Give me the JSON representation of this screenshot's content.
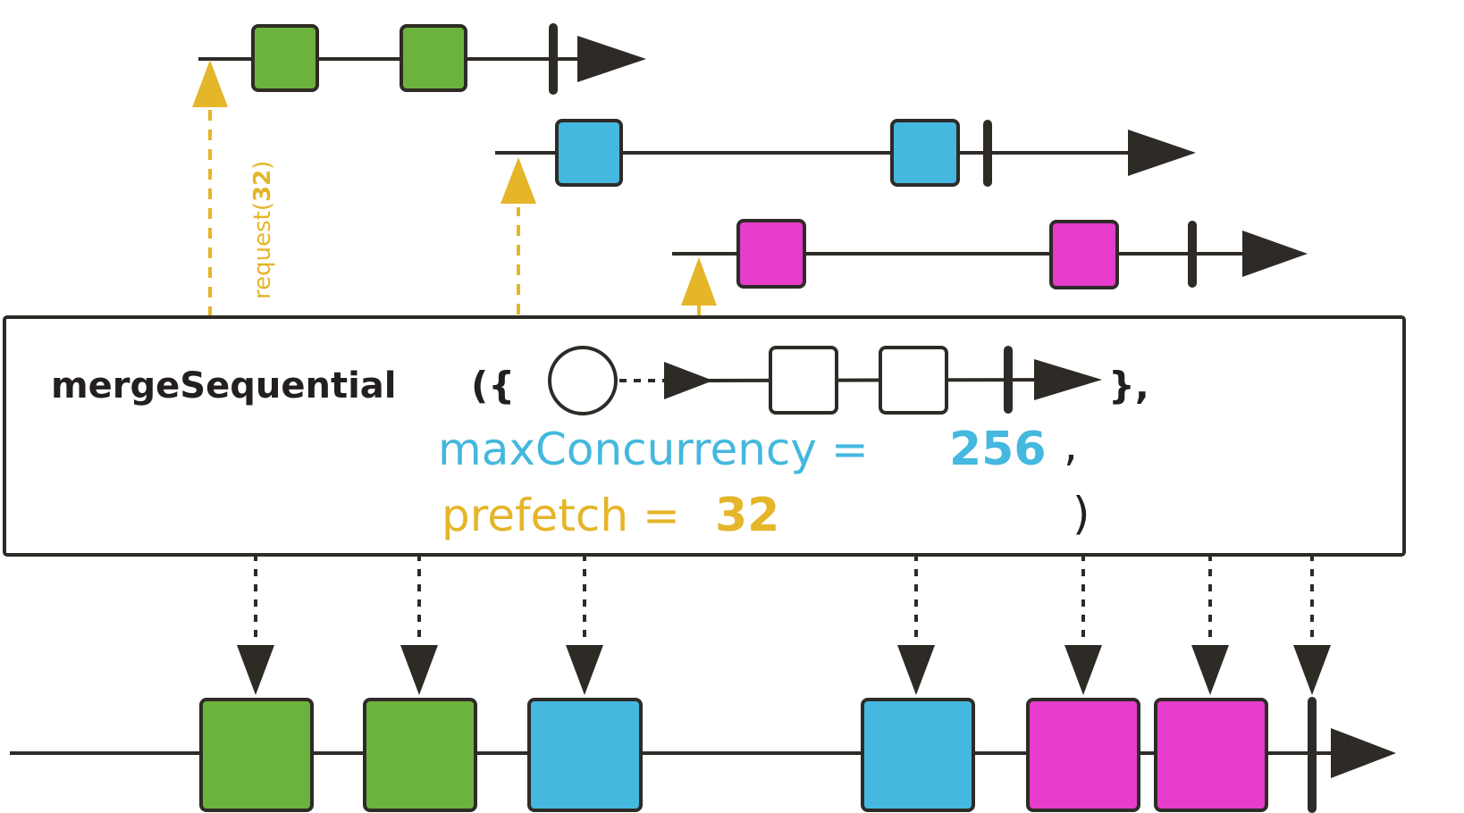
{
  "colors": {
    "line": "#2e2b27",
    "green": "#6cb33e",
    "blue": "#44b8de",
    "magenta": "#e63ccb",
    "request": "#e5b52a",
    "maxConcurrency": "#44b8de",
    "prefetch": "#e5b52a",
    "white": "#ffffff"
  },
  "operator": {
    "name": "mergeSequential",
    "open": "({",
    "close": "},",
    "comma": ",",
    "paren": ")"
  },
  "params": {
    "maxConcurrency_label": "maxConcurrency =",
    "maxConcurrency_value": "256",
    "prefetch_label": "prefetch =",
    "prefetch_value": "32"
  },
  "request": {
    "prefix": "request(",
    "value": "32",
    "suffix": ")"
  },
  "inner_sources": [
    {
      "color": "green",
      "items": 2,
      "completes": true
    },
    {
      "color": "blue",
      "items": 2,
      "completes": true
    },
    {
      "color": "magenta",
      "items": 2,
      "completes": true
    }
  ],
  "output": {
    "items": [
      "green",
      "green",
      "blue",
      "blue",
      "magenta",
      "magenta"
    ],
    "completes": true
  }
}
